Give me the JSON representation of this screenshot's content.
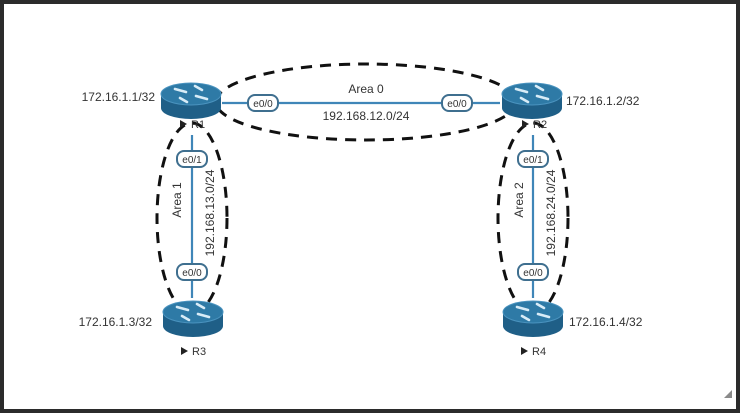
{
  "colors": {
    "link": "#3f86b8",
    "router_top": "#2e7aa6",
    "router_side": "#1f5f87",
    "badge_border": "#3f6f8f",
    "area_dash": "#111111",
    "text": "#333333"
  },
  "routers": [
    {
      "id": "R1",
      "name": "R1",
      "loopback": "172.16.1.1/32"
    },
    {
      "id": "R2",
      "name": "R2",
      "loopback": "172.16.1.2/32"
    },
    {
      "id": "R3",
      "name": "R3",
      "loopback": "172.16.1.3/32"
    },
    {
      "id": "R4",
      "name": "R4",
      "loopback": "172.16.1.4/32"
    }
  ],
  "links": [
    {
      "from": "R1",
      "to": "R2",
      "subnet": "192.168.12.0/24",
      "area": "Area 0",
      "from_if": "e0/0",
      "to_if": "e0/0"
    },
    {
      "from": "R1",
      "to": "R3",
      "subnet": "192.168.13.0/24",
      "area": "Area 1",
      "from_if": "e0/1",
      "to_if": "e0/0"
    },
    {
      "from": "R2",
      "to": "R4",
      "subnet": "192.168.24.0/24",
      "area": "Area 2",
      "from_if": "e0/1",
      "to_if": "e0/0"
    }
  ],
  "icons": {
    "router": "router-icon",
    "play_marker": "play-triangle-icon",
    "resize_grip": "resize-grip-icon"
  }
}
